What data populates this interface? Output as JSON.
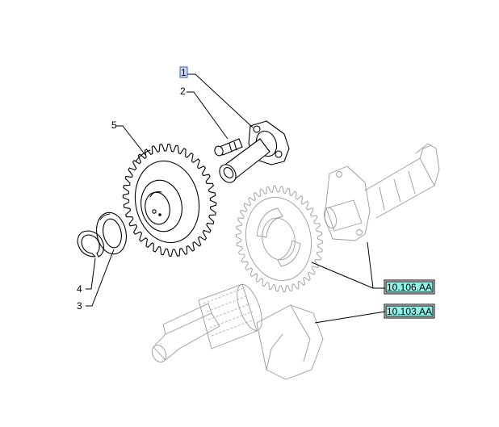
{
  "callouts": {
    "c1": "1",
    "c2": "2",
    "c3": "3",
    "c4": "4",
    "c5": "5"
  },
  "references": {
    "ref_upper": "10.106.AA",
    "ref_lower": "10.103.AA"
  },
  "colors": {
    "reference_highlight": "#8ff0e6",
    "selected_callout_highlight": "#c9d9f5"
  }
}
